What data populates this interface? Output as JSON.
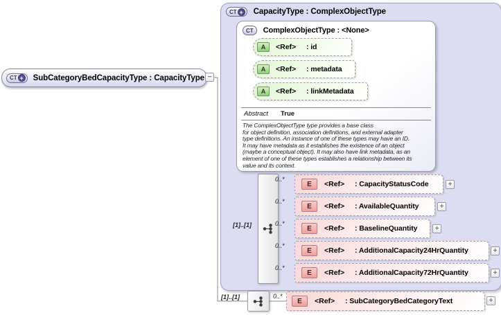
{
  "colors": {
    "type_box_fill": "#dcdcf2",
    "attribute_fill": "#e2f6d4",
    "attribute_icon_fill": "#90cd7b",
    "element_fill": "#f9d7d7",
    "element_icon_fill": "#ef9e9e",
    "icon_plus_circle": "#50508e",
    "connector": "#8a8a8a"
  },
  "ui": {
    "plus": "+",
    "minus": "−",
    "ct": "CT",
    "a": "A",
    "e": "E"
  },
  "root": {
    "title": "SubCategoryBedCapacityType : CapacityType"
  },
  "type_box": {
    "title": "CapacityType : ComplexObjectType",
    "base": {
      "title": "ComplexObjectType : <None>",
      "attributes": [
        {
          "ref": "<Ref>",
          "name": ": id"
        },
        {
          "ref": "<Ref>",
          "name": ": metadata"
        },
        {
          "ref": "<Ref>",
          "name": ": linkMetadata"
        }
      ],
      "facts": {
        "label": "Abstract",
        "value": "True"
      },
      "annotation": "The ComplexObjectType type provides a base class\nfor object definition, association definitions, and external adapter\ntype definitions. An instance of one of these types may have an ID.\nIt may have metadata as it establishes the existence of an object\n(maybe a conceptual object). It may also have link metadata, as an\nelement of one of these types establishes a relationship between its\nvalue and its context."
    },
    "sequence": {
      "occurrence": "[1]..[1]",
      "elements": [
        {
          "occurs": "0..*",
          "ref": "<Ref>",
          "name": ": CapacityStatusCode"
        },
        {
          "occurs": "0..*",
          "ref": "<Ref>",
          "name": ": AvailableQuantity"
        },
        {
          "occurs": "0..*",
          "ref": "<Ref>",
          "name": ": BaselineQuantity"
        },
        {
          "occurs": "0..*",
          "ref": "<Ref>",
          "name": ": AdditionalCapacity24HrQuantity"
        },
        {
          "occurs": "0..*",
          "ref": "<Ref>",
          "name": ": AdditionalCapacity72HrQuantity"
        }
      ]
    }
  },
  "root_sequence": {
    "occurrence": "[1]..[1]",
    "element": {
      "occurs": "0..*",
      "ref": "<Ref>",
      "name": ": SubCategoryBedCategoryText"
    }
  }
}
